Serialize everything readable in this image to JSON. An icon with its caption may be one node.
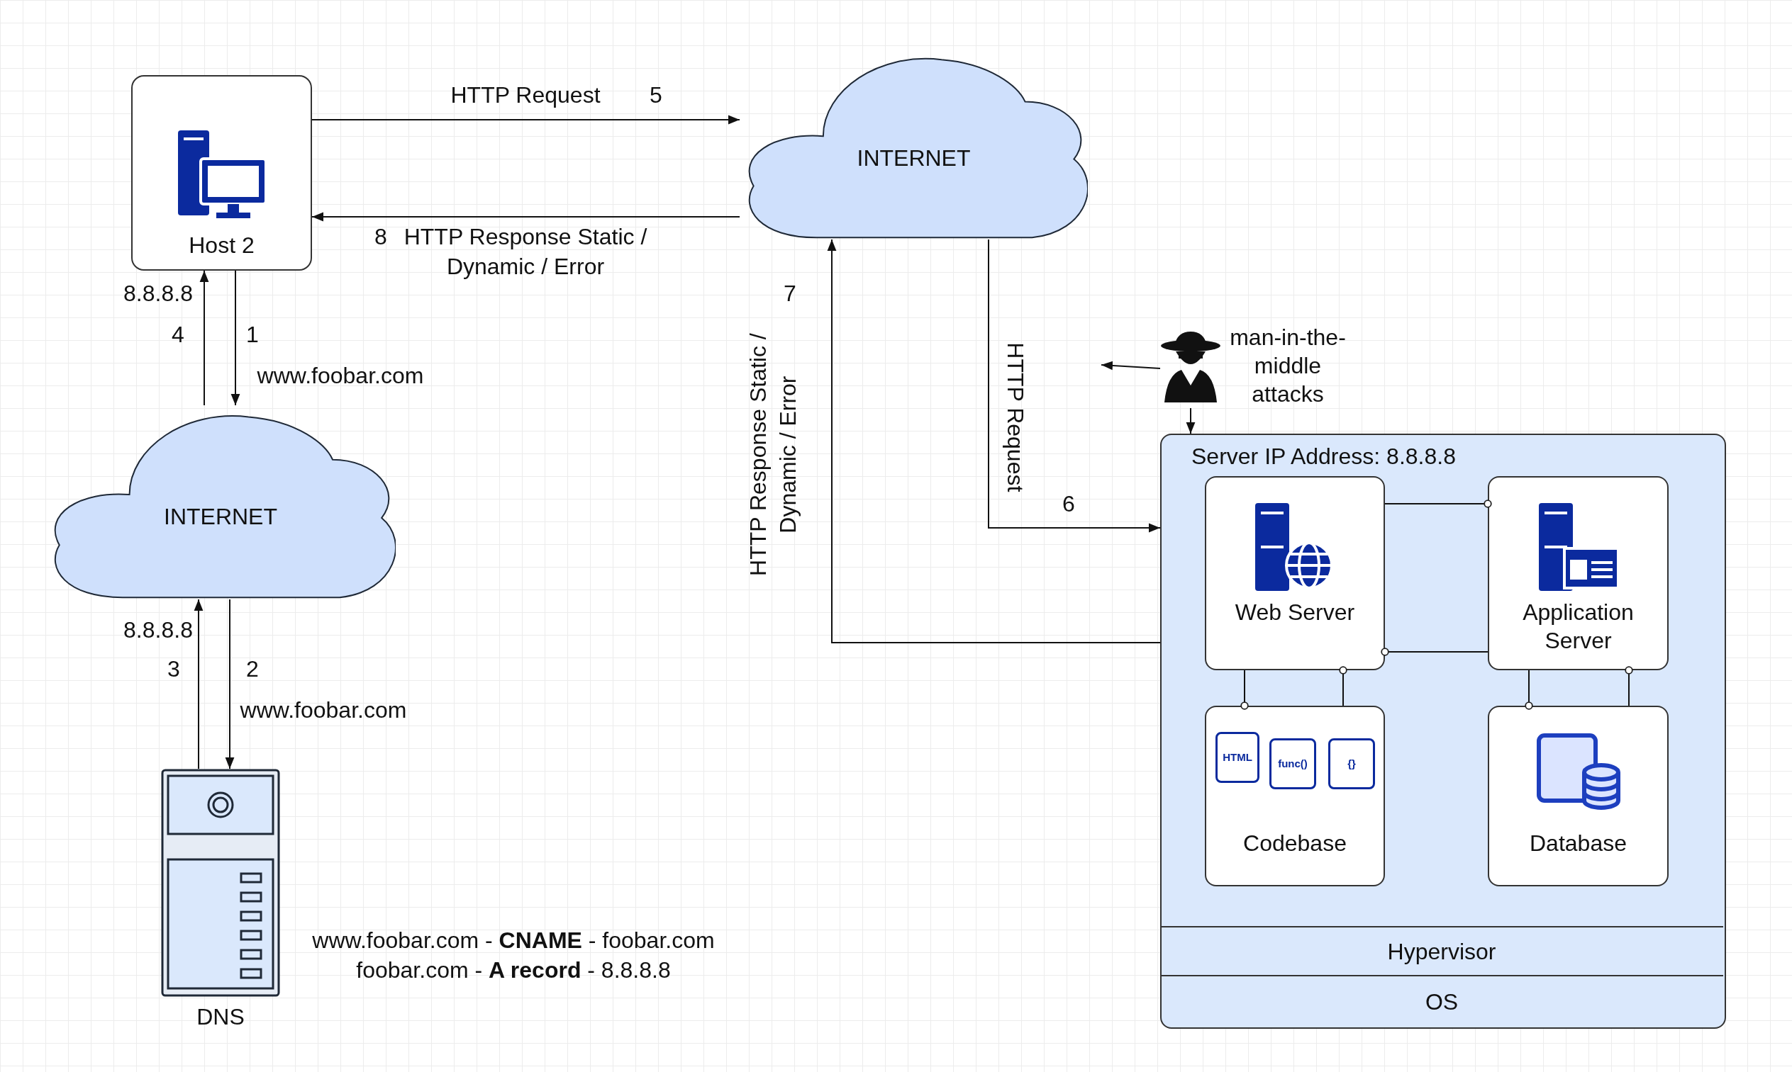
{
  "diagram": {
    "nodes": [
      {
        "text": [
          "Host 2"
        ]
      },
      {
        "text": [
          "INTERNET"
        ]
      },
      {
        "text": [
          "INTERNET"
        ]
      },
      {
        "text": [
          "DNS"
        ]
      },
      {
        "text": [
          "man-in-the-middle attacks"
        ]
      },
      {
        "text": [
          "Server IP Address: 8.8.8.8"
        ]
      },
      {
        "text": [
          "Web Server"
        ],
        "in": 5
      },
      {
        "text": [
          "Application Server"
        ],
        "in": 5
      },
      {
        "text": [
          "Codebase"
        ],
        "in": 5
      },
      {
        "text": [
          "Database"
        ],
        "in": 5
      },
      {
        "text": [
          "Hypervisor"
        ],
        "in": 5
      },
      {
        "text": [
          "OS"
        ],
        "in": 5
      }
    ],
    "edges": [
      {
        "from": 0,
        "to": 1,
        "arrow": "to",
        "label": "HTTP Request"
      },
      {
        "from": 1,
        "to": 0,
        "arrow": "to",
        "label": "HTTP Response Static / Dynamic / Error"
      },
      {
        "from": 0,
        "to": 2,
        "arrow": "to",
        "label": "www.foobar.com"
      },
      {
        "from": 2,
        "to": 0,
        "arrow": "to",
        "label": "8.8.8.8"
      },
      {
        "from": 2,
        "to": 3,
        "arrow": "to",
        "label": "www.foobar.com"
      },
      {
        "from": 3,
        "to": 2,
        "arrow": "to",
        "label": "8.8.8.8"
      },
      {
        "from": 1,
        "to": 5,
        "arrow": "to",
        "label": "HTTP Request"
      },
      {
        "from": 5,
        "to": 1,
        "arrow": "to",
        "label": "HTTP Response Static / Dynamic / Error"
      },
      {
        "from": 4,
        "to": null,
        "arrow": "to"
      },
      {
        "from": 4,
        "to": 5,
        "arrow": "to"
      },
      {
        "from": 6,
        "to": 7,
        "arrow": "other"
      },
      {
        "from": 7,
        "to": 6,
        "arrow": "other"
      },
      {
        "from": 6,
        "to": 8,
        "arrow": "other"
      },
      {
        "from": 8,
        "to": 6,
        "arrow": "other"
      },
      {
        "from": 7,
        "to": 9,
        "arrow": "other"
      },
      {
        "from": 9,
        "to": 7,
        "arrow": "other"
      }
    ],
    "labels": [
      "5",
      "8",
      "7",
      "4",
      "1",
      "6",
      "3",
      "2",
      "www.foobar.com - **CNAME** - foobar.com",
      "foobar.com - **A record** - 8.8.8.8",
      "HTML",
      "func()",
      "{}"
    ]
  }
}
